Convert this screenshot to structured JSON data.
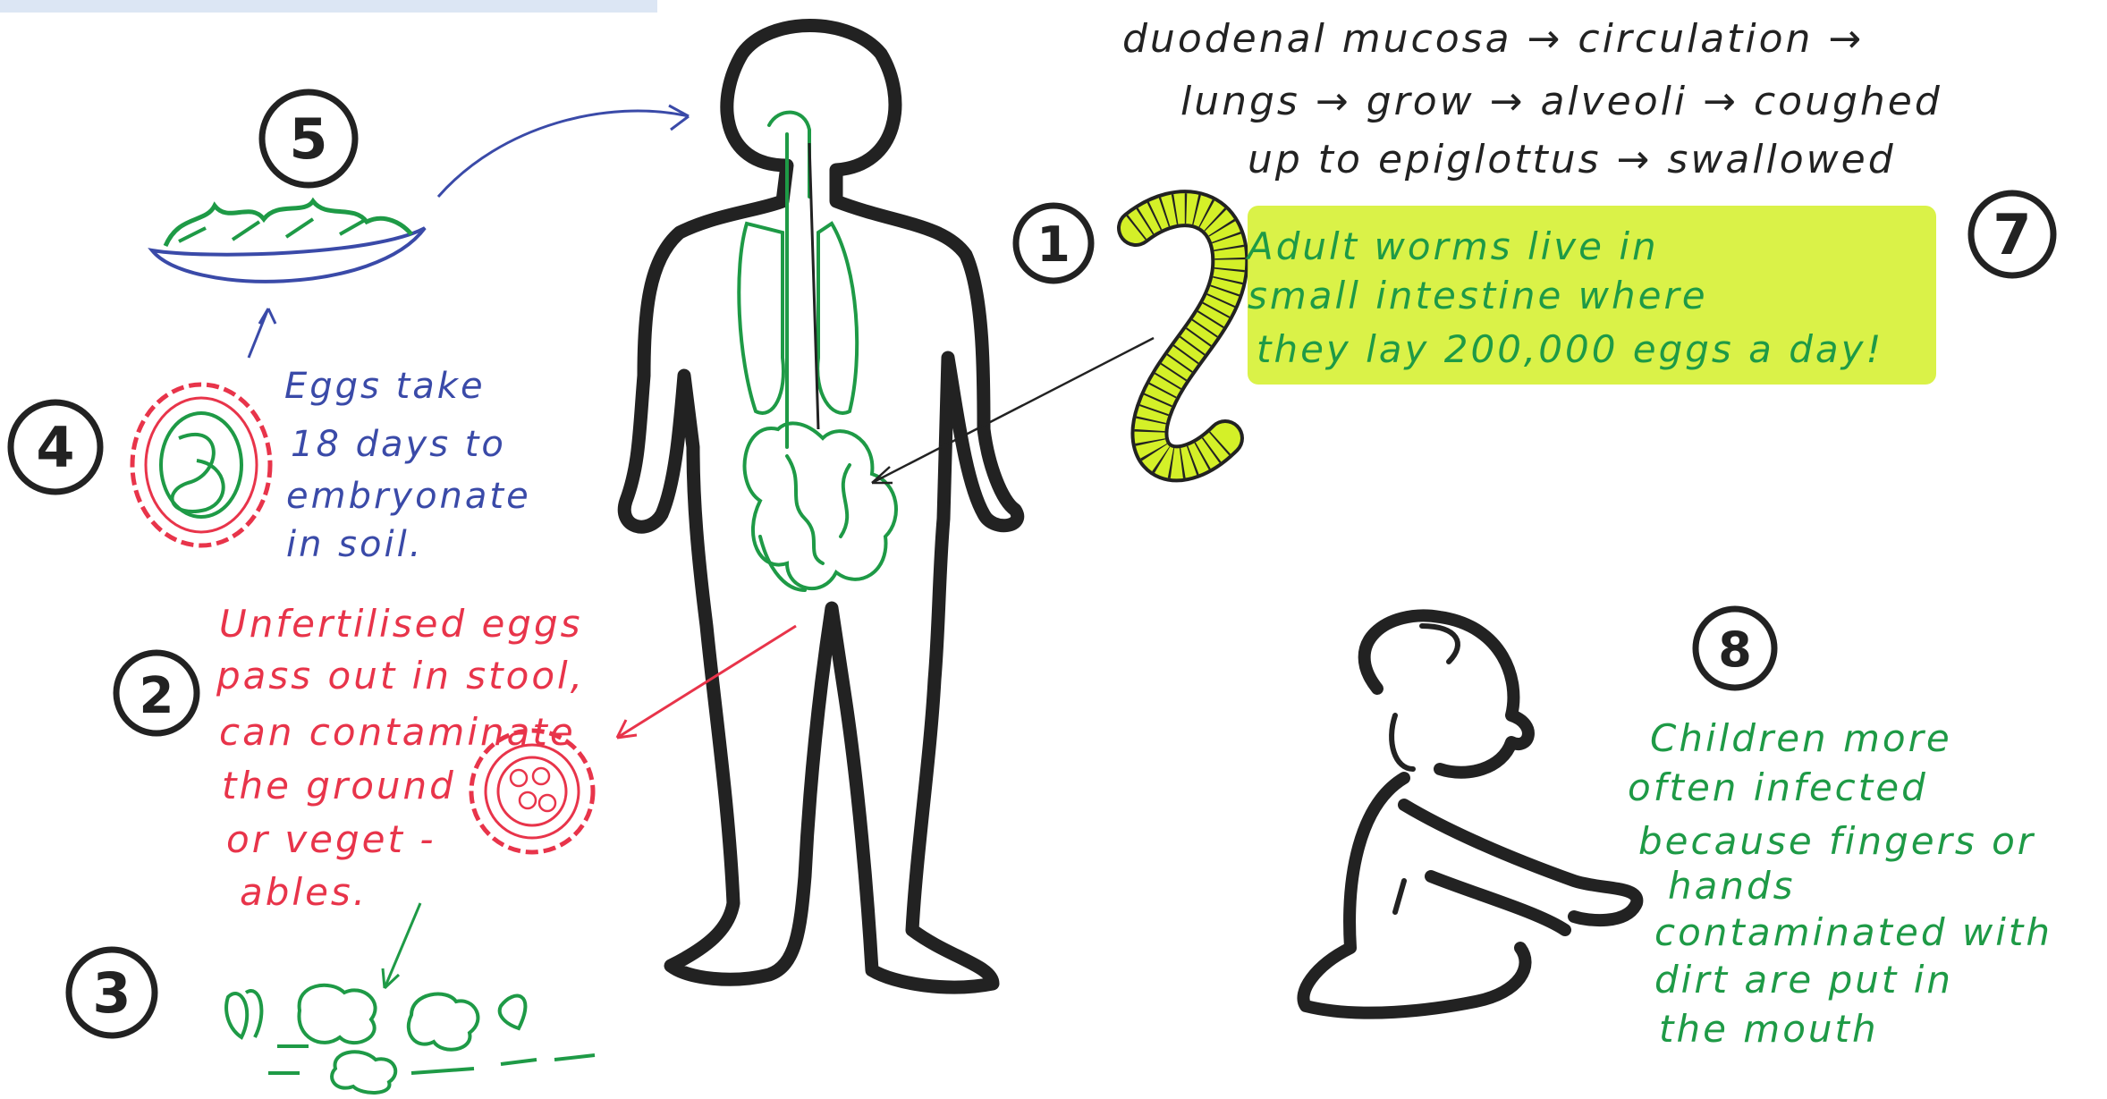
{
  "steps": {
    "s1": "1",
    "s2": "2",
    "s3": "3",
    "s4": "4",
    "s5": "5",
    "s7": "7",
    "s8": "8"
  },
  "migration": {
    "line1": "duodenal  mucosa → circulation →",
    "line2": "lungs → grow → alveoli → coughed",
    "line3": "up to epiglottus → swallowed"
  },
  "adult_worms": {
    "line1": "Adult worms live in",
    "line2": "small  intestine  where",
    "line3": "they lay 200,000 eggs a day!"
  },
  "embryonate": {
    "line1": "Eggs take",
    "line2": "18 days to",
    "line3": "embryonate",
    "line4": "in soil."
  },
  "unfertilised": {
    "line1": "Unfertilised eggs",
    "line2": "pass out in stool,",
    "line3": "can contaminate",
    "line4": "the ground",
    "line5": "or veget -",
    "line6": "ables."
  },
  "children": {
    "line1": "Children more",
    "line2": "often infected",
    "line3": "because fingers or",
    "line4": "hands",
    "line5": "contaminated with",
    "line6": "dirt are put in",
    "line7": "the mouth"
  },
  "colors": {
    "ink": "#222222",
    "green": "#1e9a46",
    "red": "#e8344a",
    "blue": "#3a4aa8",
    "highlight": "#d4f028"
  }
}
